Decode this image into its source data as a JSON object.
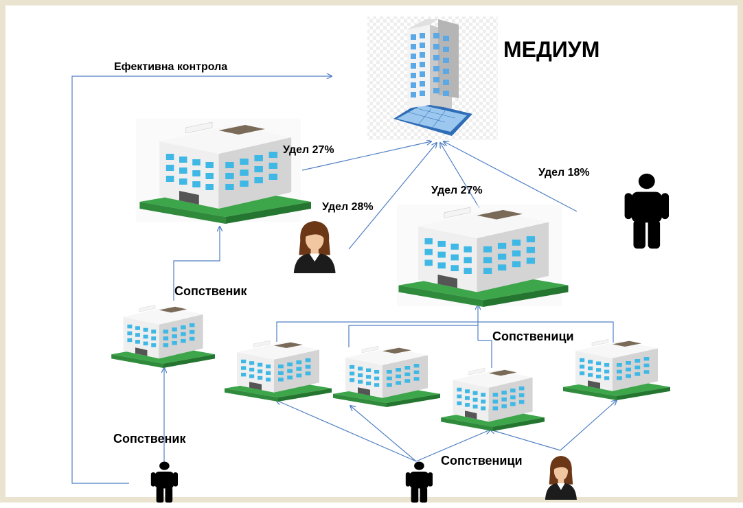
{
  "title": "МЕДИУМ",
  "effective_control_label": "Ефективна контрола",
  "shares": {
    "left_building": "Удел 27%",
    "woman": "Удел 28%",
    "center_building": "Удел 27%",
    "man": "Удел 18%"
  },
  "owner_labels": {
    "left_upper": "Сопственик",
    "left_lower": "Сопственик",
    "center_owners": "Сопственици",
    "bottom_owners": "Сопственици"
  },
  "colors": {
    "connector": "#4f7fc4",
    "frame": "#e9e3cf",
    "building_wall": "#e8e8e8",
    "window": "#3fb8e6",
    "grass": "#3da54a",
    "roof_box": "#7a6a58"
  },
  "icons": [
    "office-tower-icon",
    "building-icon",
    "businessman-icon",
    "businesswoman-icon"
  ]
}
